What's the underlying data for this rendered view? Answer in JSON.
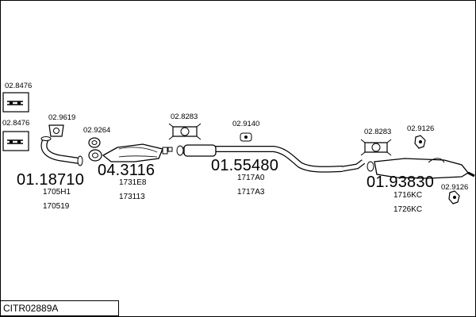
{
  "diagram_code": "CITR02889A",
  "small_parts": {
    "p1": "02.8476",
    "p2": "02.8476",
    "p3": "02.9619",
    "p4": "02.9264",
    "p5": "02.8283",
    "p6": "02.9140",
    "p7": "02.8283",
    "p8": "02.9126",
    "p9": "02.9126"
  },
  "main_parts": {
    "front_pipe": {
      "number": "01.18710",
      "refs": [
        "1705H1",
        "170519"
      ]
    },
    "catalyst": {
      "number": "04.3116",
      "refs": [
        "1731E8",
        "173113"
      ]
    },
    "center_pipe": {
      "number": "01.55480",
      "refs": [
        "1717A0",
        "1717A3"
      ]
    },
    "rear_silencer": {
      "number": "01.93830",
      "refs": [
        "1716KC",
        "1726KC"
      ]
    }
  }
}
